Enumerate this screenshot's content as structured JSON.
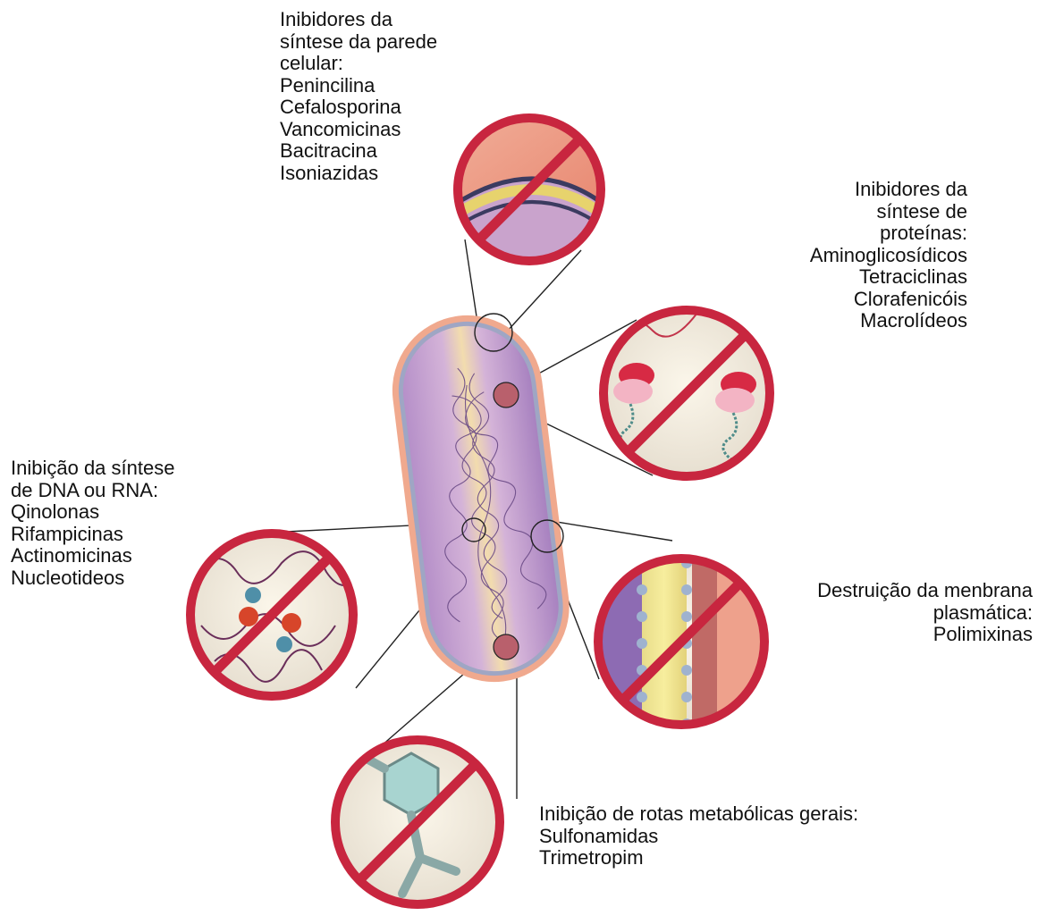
{
  "diagram": {
    "colors": {
      "prohibition": "#c8263f",
      "leader_line": "#222222",
      "cell_membrane": "#e9a58e",
      "cell_body": "#c9a6d4",
      "cell_core": "#f3d9a5",
      "dna_strands": "#6a4a86",
      "inset_background": "#efe9dc"
    },
    "icons": [
      "prohibition-sign-icon",
      "bacterium-cell-icon",
      "ribosome-icon",
      "dna-strand-icon",
      "phospholipid-bilayer-icon",
      "benzene-ring-icon",
      "cell-wall-peptidoglycan-icon"
    ]
  },
  "labels": {
    "cell_wall": {
      "heading": [
        "Inibidores da",
        "síntese da parede",
        "celular:"
      ],
      "drugs": [
        "Penincilina",
        "Cefalosporina",
        "Vancomicinas",
        "Bacitracina",
        "Isoniazidas"
      ]
    },
    "protein": {
      "heading": [
        "Inibidores da",
        "síntese de",
        "proteínas:"
      ],
      "drugs": [
        "Aminoglicosídicos",
        "Tetraciclinas",
        "Clorafenicóis",
        "Macrolídeos"
      ]
    },
    "nucleic_acid": {
      "heading": [
        "Inibição da síntese",
        "de DNA ou RNA:"
      ],
      "drugs": [
        "Qinolonas",
        "Rifampicinas",
        "Actinomicinas",
        "Nucleotideos"
      ]
    },
    "membrane": {
      "heading": [
        "Destruição da menbrana",
        "plasmática:"
      ],
      "drugs": [
        "Polimixinas"
      ]
    },
    "metabolic": {
      "heading": [
        "Inibição de rotas metabólicas gerais:"
      ],
      "drugs": [
        "Sulfonamidas",
        "Trimetropim"
      ]
    }
  }
}
